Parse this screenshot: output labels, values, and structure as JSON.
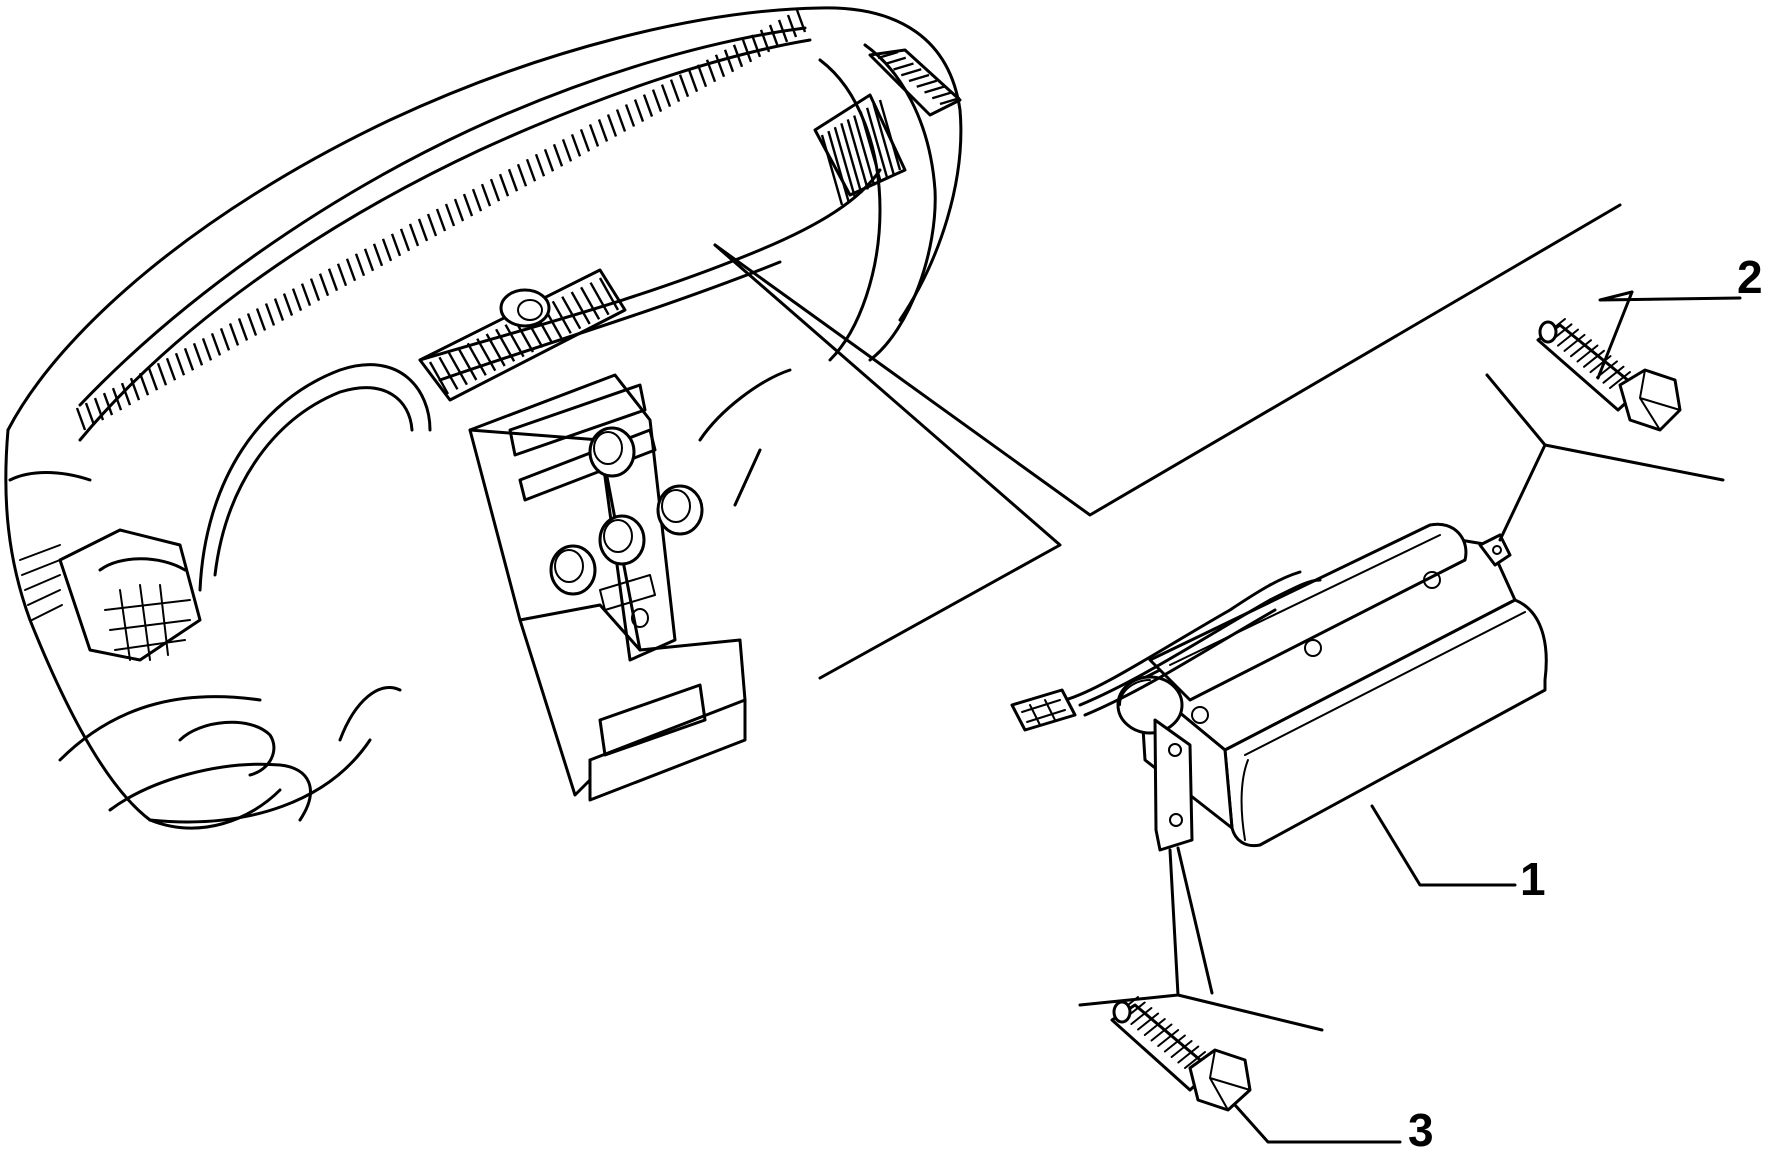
{
  "callouts": [
    {
      "id": "1",
      "label": "1",
      "part": "airbag-module"
    },
    {
      "id": "2",
      "label": "2",
      "part": "upper-bolt"
    },
    {
      "id": "3",
      "label": "3",
      "part": "lower-bolt"
    }
  ],
  "colors": {
    "line": "#000000",
    "background": "#ffffff"
  }
}
